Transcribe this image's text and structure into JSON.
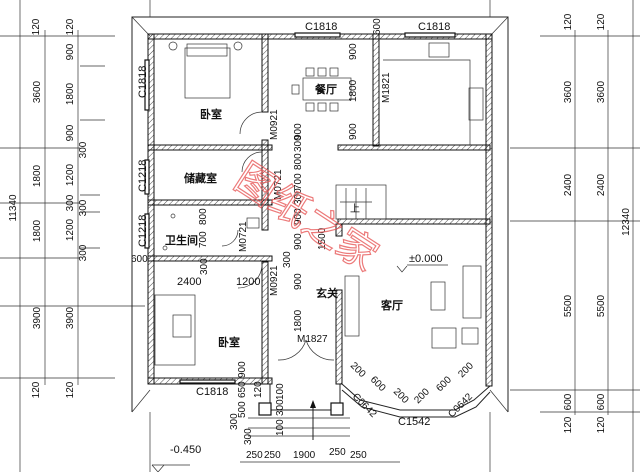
{
  "rooms": {
    "bedroom_top": "卧室",
    "dining": "餐厅",
    "storage": "储藏室",
    "bathroom": "卫生间",
    "bedroom_bottom": "卧室",
    "foyer": "玄关",
    "living": "客厅"
  },
  "windows": {
    "top_left_side": "C1818",
    "top_dining": "C1818",
    "top_kitchen": "C1818",
    "left_storage": "C1218",
    "left_bath": "C1218",
    "bottom_bedroom": "C1818",
    "bay_left": "C0642",
    "bay_center": "C1542",
    "bay_right": "C0642"
  },
  "doors": {
    "kitchen": "M1821",
    "bedroom_top": "M0921",
    "storage": "M0721",
    "bath": "M0721",
    "bedroom_bottom": "M0921",
    "entry": "M1827"
  },
  "levels": {
    "floor": "±0.000",
    "outside": "-0.450"
  },
  "dims_left_outer": [
    "120",
    "3600",
    "1800",
    "1800",
    "3900",
    "120"
  ],
  "dims_left_total": "11340",
  "dims_left_inner": [
    "120",
    "900",
    "1800",
    "900",
    "300",
    "1200",
    "300",
    "300",
    "1200",
    "300",
    "3900",
    "120"
  ],
  "dims_left_misc": "600",
  "dims_right_outer": [
    "120",
    "3600",
    "2400",
    "5500",
    "600",
    "120"
  ],
  "dims_right_inner": [
    "120",
    "3600",
    "2400",
    "5500",
    "600",
    "120"
  ],
  "dims_right_total": "12340",
  "dims_center_column": [
    "900",
    "300",
    "800",
    "700",
    "300",
    "900",
    "900",
    "300",
    "900",
    "1800"
  ],
  "dims_stair": "1500",
  "dims_dining": [
    "900",
    "1800",
    "900"
  ],
  "dims_top_gap": "600",
  "dims_bedroom_bottom": [
    "2400",
    "1200",
    "300"
  ],
  "dims_bath": [
    "800",
    "700"
  ],
  "dims_porch_side": [
    "900",
    "120",
    "650",
    "500",
    "300",
    "300",
    "100",
    "300",
    "100"
  ],
  "dims_bay": [
    "200",
    "600",
    "200",
    "200",
    "600",
    "200"
  ],
  "dims_bottom": [
    "250",
    "250",
    "1900",
    "250",
    "250"
  ],
  "stair_up": "上",
  "watermark": "图纸之家",
  "colors": {
    "line": "#111111",
    "watermark": "#e85a5a"
  }
}
